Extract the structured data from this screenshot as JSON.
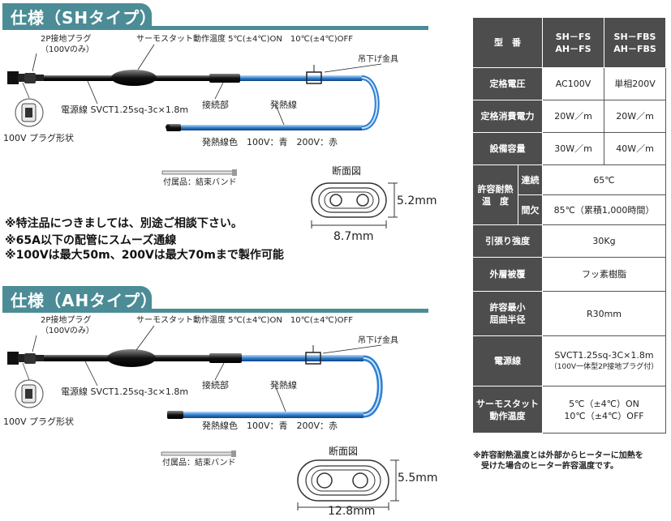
{
  "sh": {
    "title": "仕様（SHタイプ）",
    "plug_label": "2P接地プラグ",
    "plug_sub": "（100Vのみ）",
    "thermo": "サーモスタット動作温度 5℃(±4℃)ON　10℃(±4℃)OFF",
    "hanger": "吊下げ金具",
    "cable": "電源線 SVCT1.25sq-3c×1.8m",
    "joint": "接続部",
    "heater": "発熱線",
    "plug_shape": "100V プラグ形状",
    "color_note": "発熱線色　100V：青　200V：赤",
    "accessory": "付属品：結束バンド",
    "section_title": "断面図",
    "dim_h": "5.2mm",
    "dim_w": "8.7mm",
    "notes": [
      "※特注品につきましては、別途ご相談下さい。",
      "※65A以下の配管にスムーズ通線",
      "※100Vは最大50m、200Vは最大70mまで製作可能"
    ]
  },
  "ah": {
    "title": "仕様（AHタイプ）",
    "plug_label": "2P接地プラグ",
    "plug_sub": "（100Vのみ）",
    "thermo": "サーモスタット動作温度 5℃(±4℃)ON　10℃(±4℃)OFF",
    "hanger": "吊下げ金具",
    "cable": "電源線 SVCT1.25sq-3c×1.8m",
    "joint": "接続部",
    "heater": "発熱線",
    "plug_shape": "100V プラグ形状",
    "color_note": "発熱線色　100V：青　200V：赤",
    "accessory": "付属品：結束バンド",
    "section_title": "断面図",
    "dim_h": "5.5mm",
    "dim_w": "12.8mm"
  },
  "table": {
    "model_label": "型　番",
    "model_a": [
      "SH－FS",
      "AH－FS"
    ],
    "model_b": [
      "SH－FBS",
      "AH－FBS"
    ],
    "voltage_label": "定格電圧",
    "voltage_a": "AC100V",
    "voltage_b": "単相200V",
    "power_label": "定格消費電力",
    "power_a": "20W／m",
    "power_b": "20W／m",
    "capacity_label": "設備容量",
    "capacity_a": "30W／m",
    "capacity_b": "40W／m",
    "heat_label": [
      "許容耐熱",
      "温　度"
    ],
    "cont_label": "連続",
    "cont_value": "65℃",
    "inter_label": "間欠",
    "inter_value": "85℃（累積1,000時間）",
    "tensile_label": "引張り強度",
    "tensile_value": "30Kg",
    "outer_label": "外層被覆",
    "outer_value": "フッ素樹脂",
    "bend_label": [
      "許容最小",
      "屈曲半径"
    ],
    "bend_value": "R30mm",
    "power_line_label": "電源線",
    "power_line_value": [
      "SVCT1.25sq-3C×1.8m",
      "（100V一体型2P接地プラグ付）"
    ],
    "thermo_label": [
      "サーモスタット",
      "動作温度"
    ],
    "thermo_value": [
      "5℃（±4℃）ON",
      "10℃（±4℃）OFF"
    ]
  },
  "footnote": [
    "※許容耐熱温度とは外部からヒーターに加熱を",
    "　受けた場合のヒーター許容温度です。"
  ],
  "colors": {
    "section_bar": "#4b8c96",
    "table_header": "#4d4d4d",
    "heater_blue": "#2f7fd0"
  }
}
